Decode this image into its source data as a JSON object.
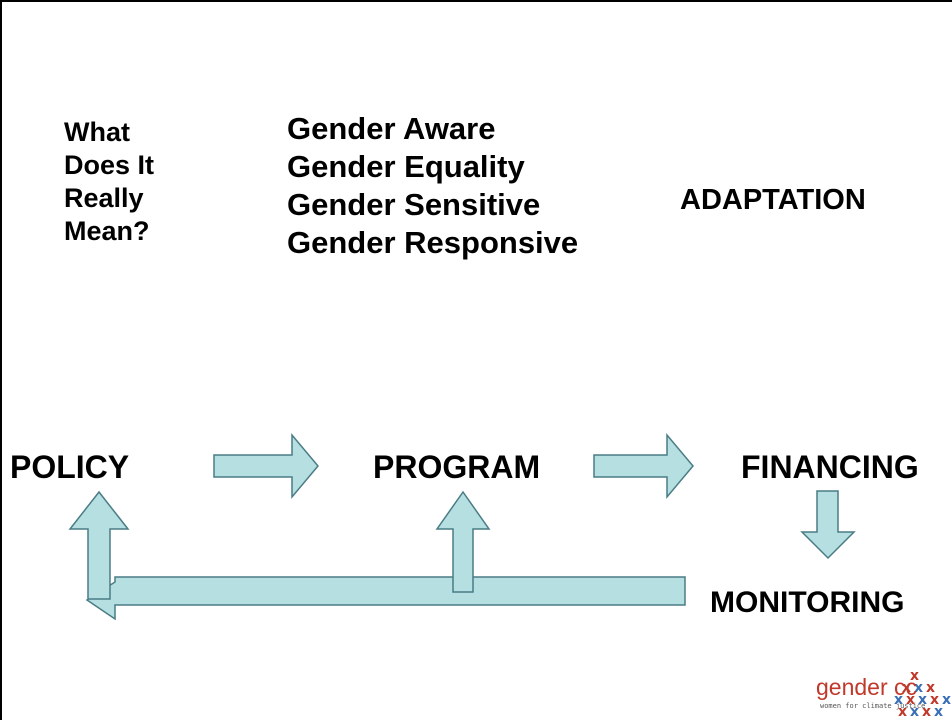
{
  "question_lines": [
    "What",
    "Does It",
    "Really",
    "Mean?"
  ],
  "gender_terms": [
    "Gender Aware",
    "Gender Equality",
    "Gender Sensitive",
    "Gender Responsive"
  ],
  "labels": {
    "adaptation": "ADAPTATION",
    "policy": "POLICY",
    "program": "PROGRAM",
    "financing": "FINANCING",
    "monitoring": "MONITORING"
  },
  "logo": {
    "word": "gender cc",
    "tagline": "women for climate justice"
  },
  "colors": {
    "arrow_fill": "#b5dfe0",
    "arrow_stroke": "#4a7c86",
    "text": "#000000",
    "logo_red": "#c0392b",
    "logo_blue": "#3b6fb6"
  }
}
